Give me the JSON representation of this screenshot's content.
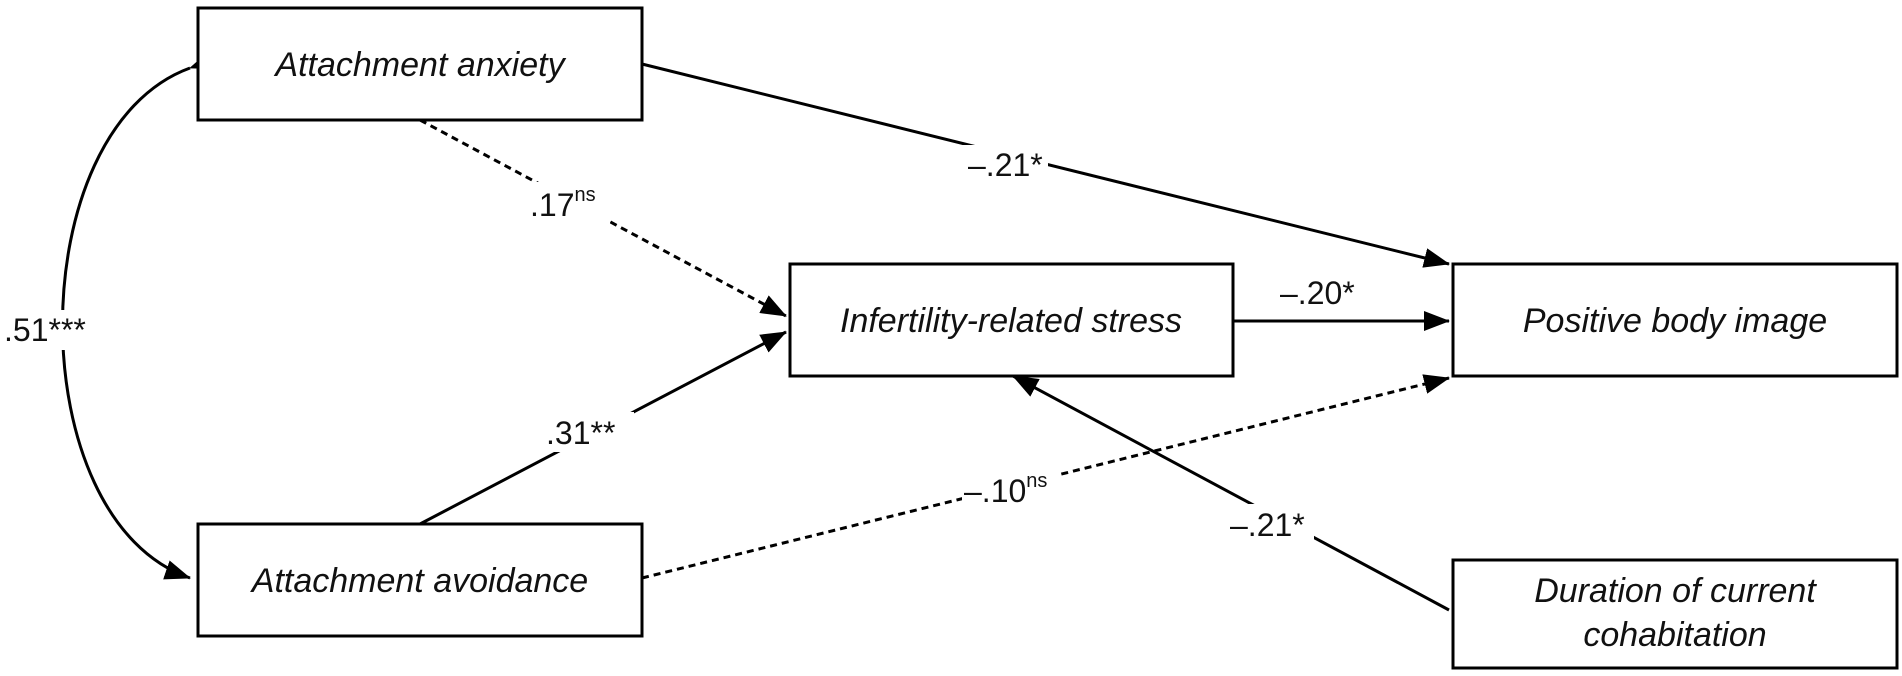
{
  "nodes": {
    "anxiety": "Attachment anxiety",
    "avoidance": "Attachment avoidance",
    "stress": "Infertility-related stress",
    "body_image": "Positive body image",
    "duration_line1": "Duration of current",
    "duration_line2": "cohabitation"
  },
  "paths": {
    "covariance": {
      "value": ".51***",
      "sup": "",
      "significant": true
    },
    "anxiety_to_body": {
      "value": "–.21*",
      "sup": "",
      "significant": true
    },
    "anxiety_to_stress": {
      "value": ".17",
      "sup": "ns",
      "significant": false
    },
    "stress_to_body": {
      "value": "–.20*",
      "sup": "",
      "significant": true
    },
    "avoidance_to_stress": {
      "value": ".31**",
      "sup": "",
      "significant": true
    },
    "avoidance_to_body": {
      "value": "–.10",
      "sup": "ns",
      "significant": false
    },
    "duration_to_stress": {
      "value": "–.21*",
      "sup": "",
      "significant": true
    }
  }
}
